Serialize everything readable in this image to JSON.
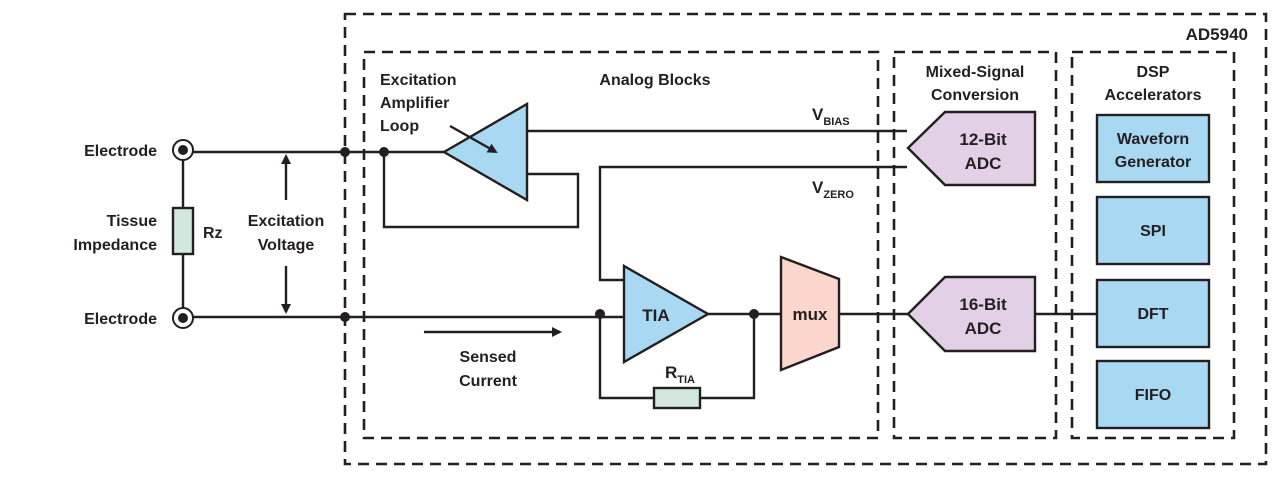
{
  "colors": {
    "chip_bg": "#e8f4fc",
    "block_bg": "#d6eaf8",
    "amp_fill": "#a8d8f2",
    "adc_fill": "#e2d0e6",
    "mux_fill": "#fad6cc",
    "dsp_fill": "#a8d8f2",
    "resistor_fill": "#d2e8dc",
    "line": "#231f20"
  },
  "chip": {
    "name": "AD5940"
  },
  "external": {
    "electrode_top": "Electrode",
    "electrode_bottom": "Electrode",
    "tissue_line1": "Tissue",
    "tissue_line2": "Impedance",
    "rz": "Rz",
    "excitation_line1": "Excitation",
    "excitation_line2": "Voltage"
  },
  "analog": {
    "title": "Analog Blocks",
    "amp_loop_line1": "Excitation",
    "amp_loop_line2": "Amplifier",
    "amp_loop_line3": "Loop",
    "vbias_main": "V",
    "vbias_sub": "BIAS",
    "vzero_main": "V",
    "vzero_sub": "ZERO",
    "tia": "TIA",
    "rtia_main": "R",
    "rtia_sub": "TIA",
    "mux": "mux",
    "sensed_line1": "Sensed",
    "sensed_line2": "Current"
  },
  "mixed": {
    "title_line1": "Mixed-Signal",
    "title_line2": "Conversion",
    "adc12_line1": "12-Bit",
    "adc12_line2": "ADC",
    "adc16_line1": "16-Bit",
    "adc16_line2": "ADC"
  },
  "dsp": {
    "title_line1": "DSP",
    "title_line2": "Accelerators",
    "blocks": [
      {
        "line1": "Waveforn",
        "line2": "Generator"
      },
      {
        "line1": "SPI"
      },
      {
        "line1": "DFT"
      },
      {
        "line1": "FIFO"
      }
    ]
  }
}
